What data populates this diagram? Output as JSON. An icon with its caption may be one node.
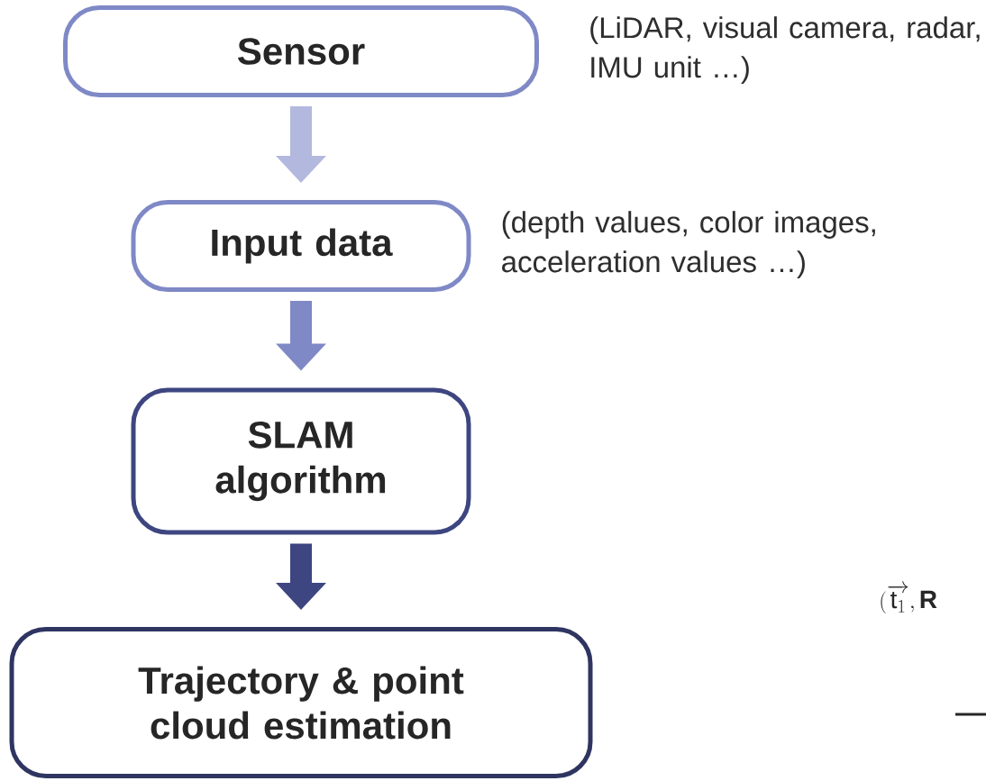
{
  "diagram": {
    "nodes": [
      {
        "text": [
          "Sensor"
        ],
        "beside": [
          "(LiDAR, visual camera, radar, IMU unit …)"
        ]
      },
      {
        "text": [
          "Input data"
        ],
        "beside": [
          "(depth values, color images, acceleration values …)"
        ]
      },
      {
        "text": [
          "SLAM algorithm"
        ]
      },
      {
        "text": [
          "Trajectory & point cloud estimation"
        ]
      }
    ],
    "edges": [
      {
        "from": 0,
        "to": 1,
        "arrow": "to",
        "color": "#b3b8de"
      },
      {
        "from": 1,
        "to": 2,
        "arrow": "to",
        "color": "#7f89c6"
      },
      {
        "from": 2,
        "to": 3,
        "arrow": "to",
        "color": "#3d4680"
      }
    ],
    "labels": [
      "(\\overrightarrow{\\mathrm{t}_1}, \\mathbf{R}"
    ]
  }
}
